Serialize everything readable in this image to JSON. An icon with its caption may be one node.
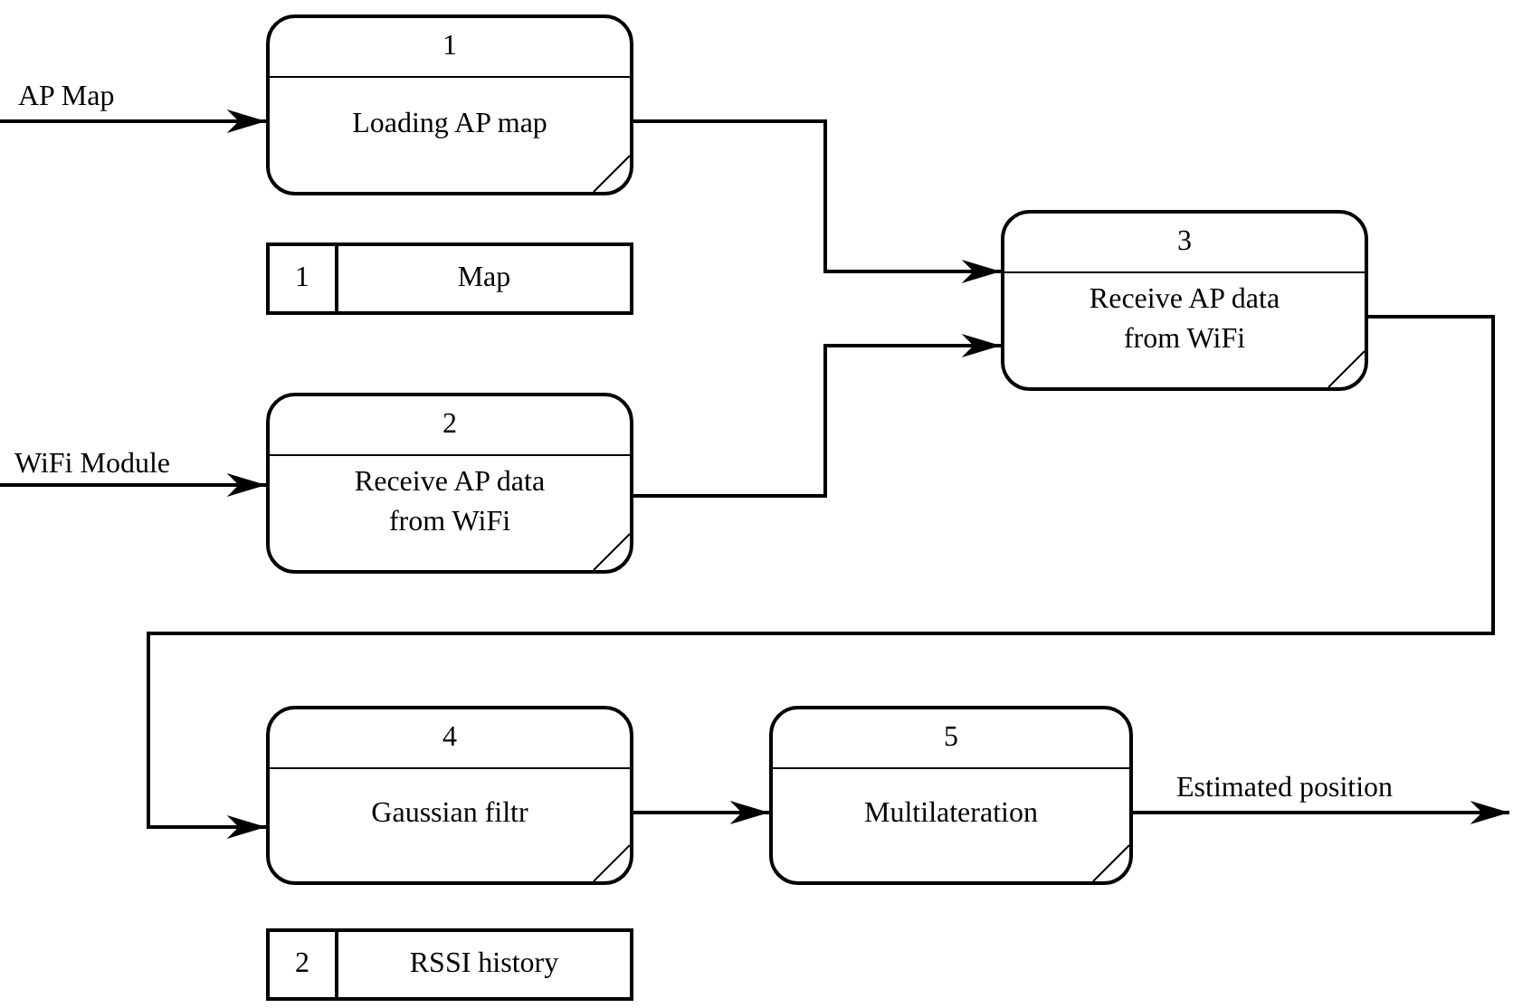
{
  "diagram": {
    "nodes": [
      {
        "text": [
          "1",
          "Loading AP map"
        ]
      },
      {
        "text": [
          "1",
          "Map"
        ]
      },
      {
        "text": [
          "2",
          "Receive AP data from WiFi"
        ]
      },
      {
        "text": [
          "3",
          "Receive AP data from WiFi"
        ]
      },
      {
        "text": [
          "4",
          "Gaussian filtr"
        ]
      },
      {
        "text": [
          "5",
          "Multilateration"
        ]
      },
      {
        "text": [
          "2",
          "RSSI history"
        ]
      }
    ],
    "edges": [
      {
        "from": null,
        "to": 0,
        "arrow": "to",
        "label": "AP Map"
      },
      {
        "from": null,
        "to": 2,
        "arrow": "to",
        "label": "WiFi Module"
      },
      {
        "from": 0,
        "to": 3,
        "arrow": "to"
      },
      {
        "from": 2,
        "to": 3,
        "arrow": "to"
      },
      {
        "from": 3,
        "to": 4,
        "arrow": "to"
      },
      {
        "from": 4,
        "to": 5,
        "arrow": "to"
      },
      {
        "from": 5,
        "to": null,
        "arrow": "to",
        "label": "Estimated position"
      }
    ]
  }
}
